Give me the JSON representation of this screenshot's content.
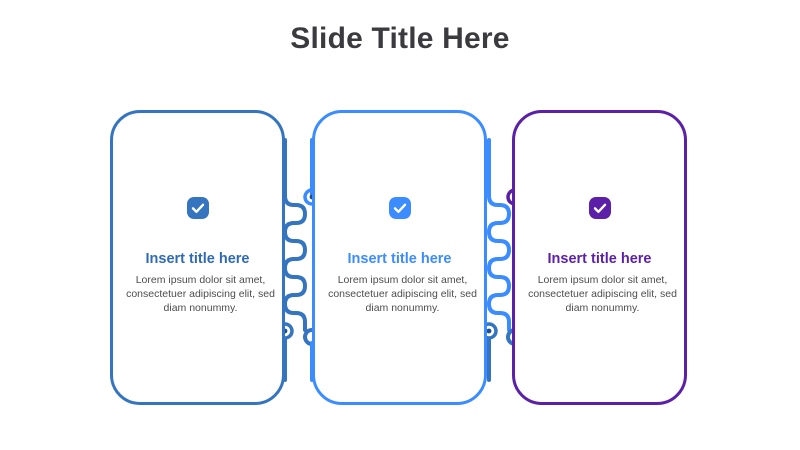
{
  "slide": {
    "title": "Slide Title Here",
    "background": "#ffffff"
  },
  "colors": {
    "title_text": "#3b3b3f",
    "body_text": "#4d4d4d",
    "card_1": "#3575c0",
    "card_2": "#3b8cff",
    "card_3": "#5b1fa8"
  },
  "cards": [
    {
      "id": "card-1",
      "icon": "check-badge-icon",
      "title": "Insert title here",
      "body": "Lorem ipsum dolor sit amet, consectetuer adipiscing elit, sed diam nonummy.",
      "color": "#3575c0"
    },
    {
      "id": "card-2",
      "icon": "check-badge-icon",
      "title": "Insert title here",
      "body": "Lorem ipsum dolor sit amet, consectetuer adipiscing elit, sed diam nonummy.",
      "color": "#3b8cff"
    },
    {
      "id": "card-3",
      "icon": "check-badge-icon",
      "title": "Insert title here",
      "body": "Lorem ipsum dolor sit amet, consectetuer adipiscing elit, sed diam nonummy.",
      "color": "#5b1fa8"
    }
  ],
  "connectors": [
    {
      "id": "connector-1",
      "from": "card-1",
      "to": "card-2",
      "style": "serpentine-circuit-trace",
      "waves": 4,
      "nodes": [
        "via-node-top-right",
        "via-node-bottom-left",
        "via-node-bottom-right"
      ]
    },
    {
      "id": "connector-2",
      "from": "card-2",
      "to": "card-3",
      "style": "serpentine-circuit-trace",
      "waves": 4,
      "nodes": [
        "via-node-top-right",
        "via-node-bottom-left",
        "via-node-bottom-right"
      ]
    }
  ]
}
